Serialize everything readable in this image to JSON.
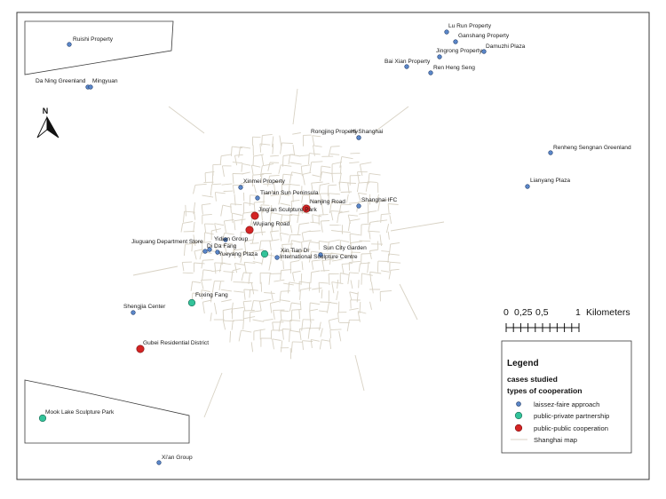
{
  "map": {
    "north_label": "N",
    "colors": {
      "laissez_faire": "#5b87c9",
      "public_private": "#33c39a",
      "public_public": "#d42424",
      "streets": "#d8d2c4",
      "frame": "#333333"
    },
    "sites": [
      {
        "name": "Ruishi Property",
        "type": "laissez_faire"
      },
      {
        "name": "Da Ning Greenland",
        "type": "laissez_faire"
      },
      {
        "name": "Mingyuan",
        "type": "laissez_faire"
      },
      {
        "name": "Lu Run Property",
        "type": "laissez_faire"
      },
      {
        "name": "Ganshang Property",
        "type": "laissez_faire"
      },
      {
        "name": "Damuzhi Plaza",
        "type": "laissez_faire"
      },
      {
        "name": "Jingrong Property",
        "type": "laissez_faire"
      },
      {
        "name": "Bai Xian Property",
        "type": "laissez_faire"
      },
      {
        "name": "Ren Heng Seng",
        "type": "laissez_faire"
      },
      {
        "name": "Rongjing Property",
        "type": "laissez_faire"
      },
      {
        "name": "Hi-Shanghai",
        "type": "laissez_faire"
      },
      {
        "name": "Renheng Sengnan Greenland",
        "type": "laissez_faire"
      },
      {
        "name": "Lianyang Plaza",
        "type": "laissez_faire"
      },
      {
        "name": "Xinmei Property",
        "type": "laissez_faire"
      },
      {
        "name": "Tian'an Sun Peninsula",
        "type": "laissez_faire"
      },
      {
        "name": "Jing'an Sculpture Park",
        "type": "public_public"
      },
      {
        "name": "Nanjing Road",
        "type": "public_public"
      },
      {
        "name": "Shanghai IFC",
        "type": "laissez_faire"
      },
      {
        "name": "Wujiang Road",
        "type": "public_public"
      },
      {
        "name": "Yidian Group",
        "type": "laissez_faire"
      },
      {
        "name": "Jiuguang Department Store",
        "type": "laissez_faire"
      },
      {
        "name": "Di Da Fang",
        "type": "laissez_faire"
      },
      {
        "name": "Yueyang Plaza",
        "type": "laissez_faire"
      },
      {
        "name": "Xin Tian Di",
        "type": "public_private"
      },
      {
        "name": "International Sculpture Centre",
        "type": "laissez_faire"
      },
      {
        "name": "Sun City Garden",
        "type": "laissez_faire"
      },
      {
        "name": "Fuxing Fang",
        "type": "public_private"
      },
      {
        "name": "Shengjia Center",
        "type": "laissez_faire"
      },
      {
        "name": "Gubei Residential District",
        "type": "public_public"
      },
      {
        "name": "Mook Lake Sculpture Park",
        "type": "public_private"
      },
      {
        "name": "Xi'an Group",
        "type": "laissez_faire"
      }
    ]
  },
  "scale": {
    "ticks": [
      "0",
      "0,25",
      "0,5",
      "1"
    ],
    "unit": "Kilometers"
  },
  "legend": {
    "title": "Legend",
    "subtitle": "cases studied",
    "group_title": "types of cooperation",
    "items": [
      {
        "label": "laissez-faire approach",
        "type": "laissez_faire"
      },
      {
        "label": "public-private partnership",
        "type": "public_private"
      },
      {
        "label": "public-public cooperation",
        "type": "public_public"
      },
      {
        "label": "Shanghai map",
        "type": "line"
      }
    ]
  }
}
